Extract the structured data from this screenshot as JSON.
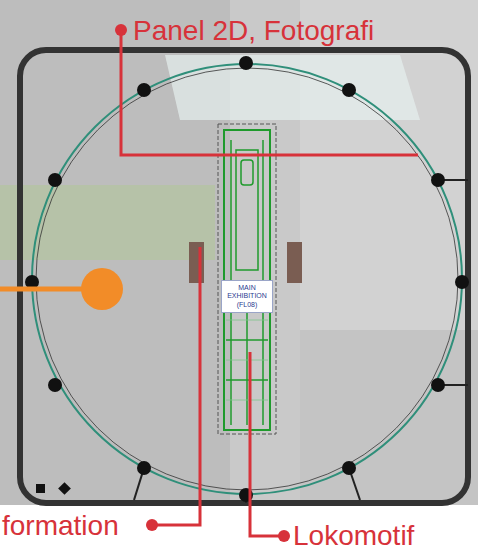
{
  "diagram": {
    "nodes": [
      {
        "text": [
          "MAIN EXHIBITION (FL08)"
        ]
      }
    ],
    "labels": [
      "Panel 2D, Fotografi",
      "formation",
      "Lokomotif"
    ]
  }
}
